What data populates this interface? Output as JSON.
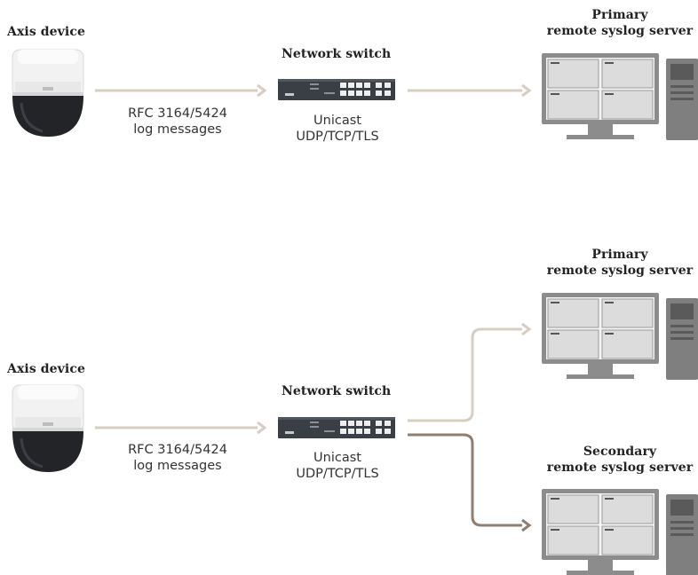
{
  "diagram_top": {
    "device_label": "Axis device",
    "switch_label": "Network switch",
    "message_line1": "RFC 3164/5424",
    "message_line2": "log messages",
    "transport_line1": "Unicast",
    "transport_line2": "UDP/TCP/TLS",
    "server_line1": "Primary",
    "server_line2": "remote syslog server"
  },
  "diagram_bottom": {
    "device_label": "Axis device",
    "switch_label": "Network switch",
    "message_line1": "RFC 3164/5424",
    "message_line2": "log messages",
    "transport_line1": "Unicast",
    "transport_line2": "UDP/TCP/TLS",
    "primary_line1": "Primary",
    "primary_line2": "remote syslog server",
    "secondary_line1": "Secondary",
    "secondary_line2": "remote syslog server"
  },
  "colors": {
    "arrow_light": "#d8cdc3",
    "arrow_dark": "#8f7f71",
    "monitor_frame": "#8c8c8c",
    "monitor_screen": "#dcdcdc",
    "tower": "#7f7f7f",
    "switch_body": "#3a3f45"
  }
}
